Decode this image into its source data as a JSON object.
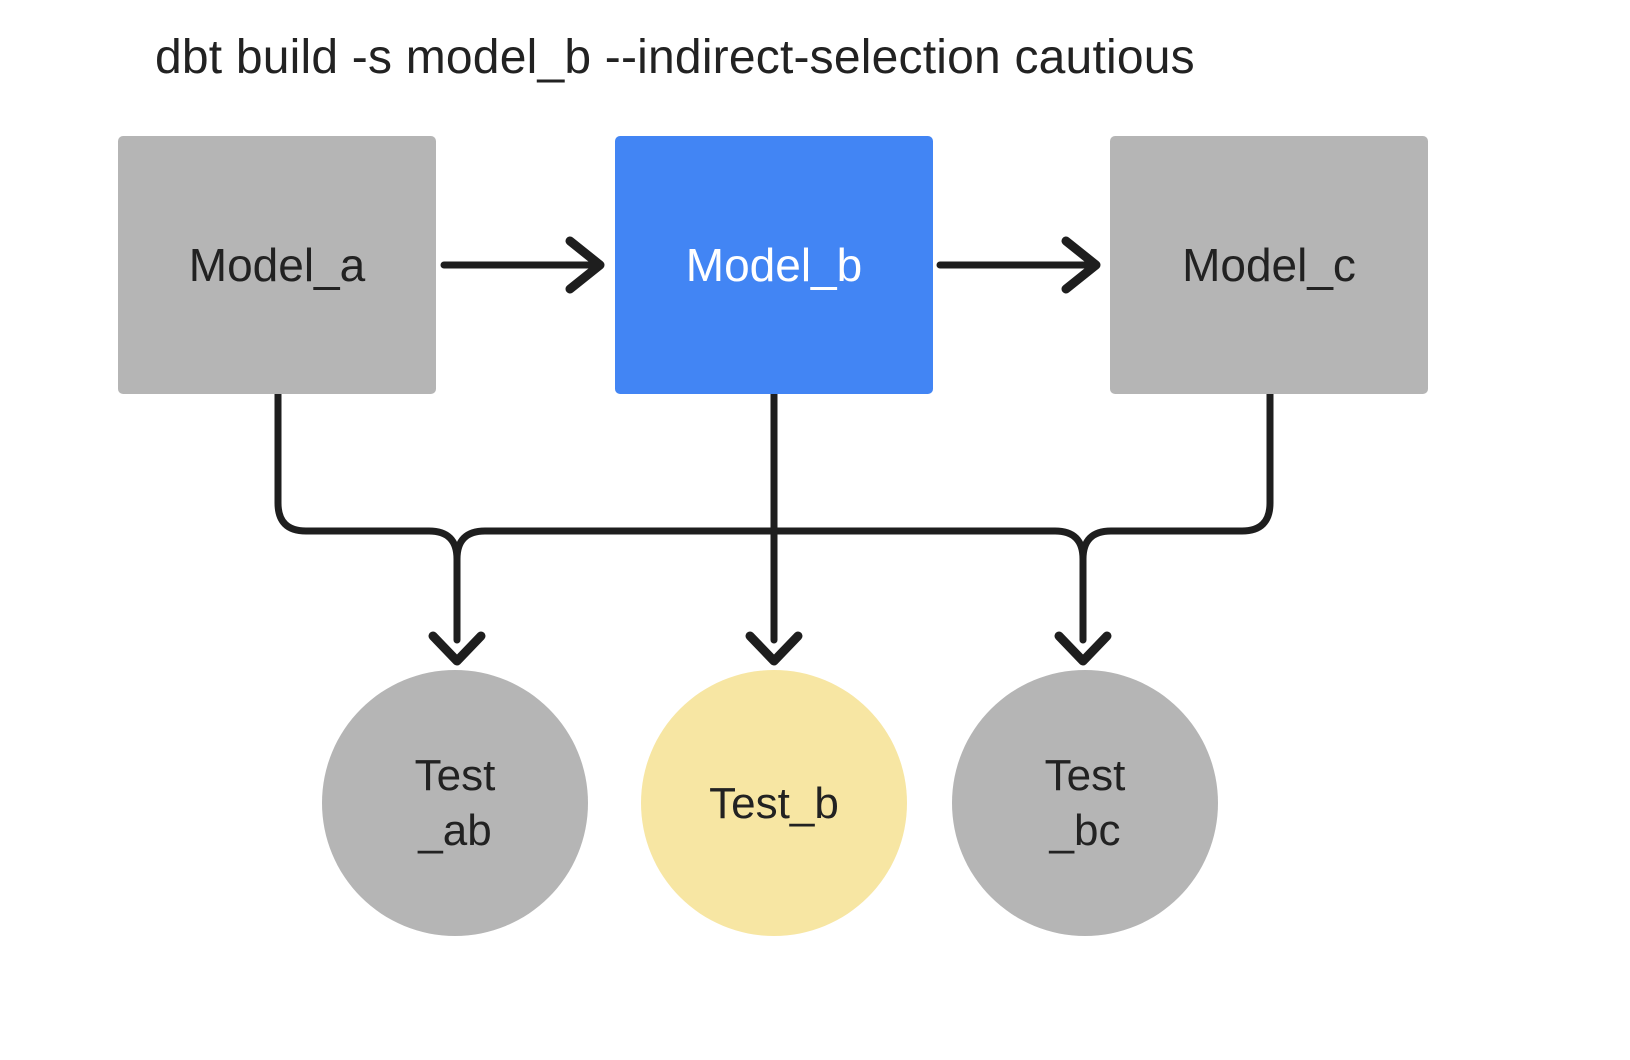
{
  "title": "dbt build -s model_b --indirect-selection cautious",
  "colors": {
    "node_gray": "#b5b5b5",
    "node_blue": "#4285f4",
    "node_yellow": "#f7e6a3",
    "line": "#1e1e1e",
    "text_dark": "#222222",
    "text_light": "#ffffff",
    "background": "#ffffff"
  },
  "nodes": {
    "model_a": {
      "label": "Model_a",
      "type": "model",
      "state": "unselected"
    },
    "model_b": {
      "label": "Model_b",
      "type": "model",
      "state": "selected"
    },
    "model_c": {
      "label": "Model_c",
      "type": "model",
      "state": "unselected"
    },
    "test_ab": {
      "label_line1": "Test",
      "label_line2": "_ab",
      "type": "test",
      "state": "unselected"
    },
    "test_b": {
      "label": "Test_b",
      "type": "test",
      "state": "selected"
    },
    "test_bc": {
      "label_line1": "Test",
      "label_line2": "_bc",
      "type": "test",
      "state": "unselected"
    }
  },
  "edges": [
    {
      "from": "model_a",
      "to": "model_b"
    },
    {
      "from": "model_b",
      "to": "model_c"
    },
    {
      "from": "model_a",
      "to": "test_ab"
    },
    {
      "from": "model_b",
      "to": "test_ab"
    },
    {
      "from": "model_b",
      "to": "test_b"
    },
    {
      "from": "model_b",
      "to": "test_bc"
    },
    {
      "from": "model_c",
      "to": "test_bc"
    }
  ]
}
